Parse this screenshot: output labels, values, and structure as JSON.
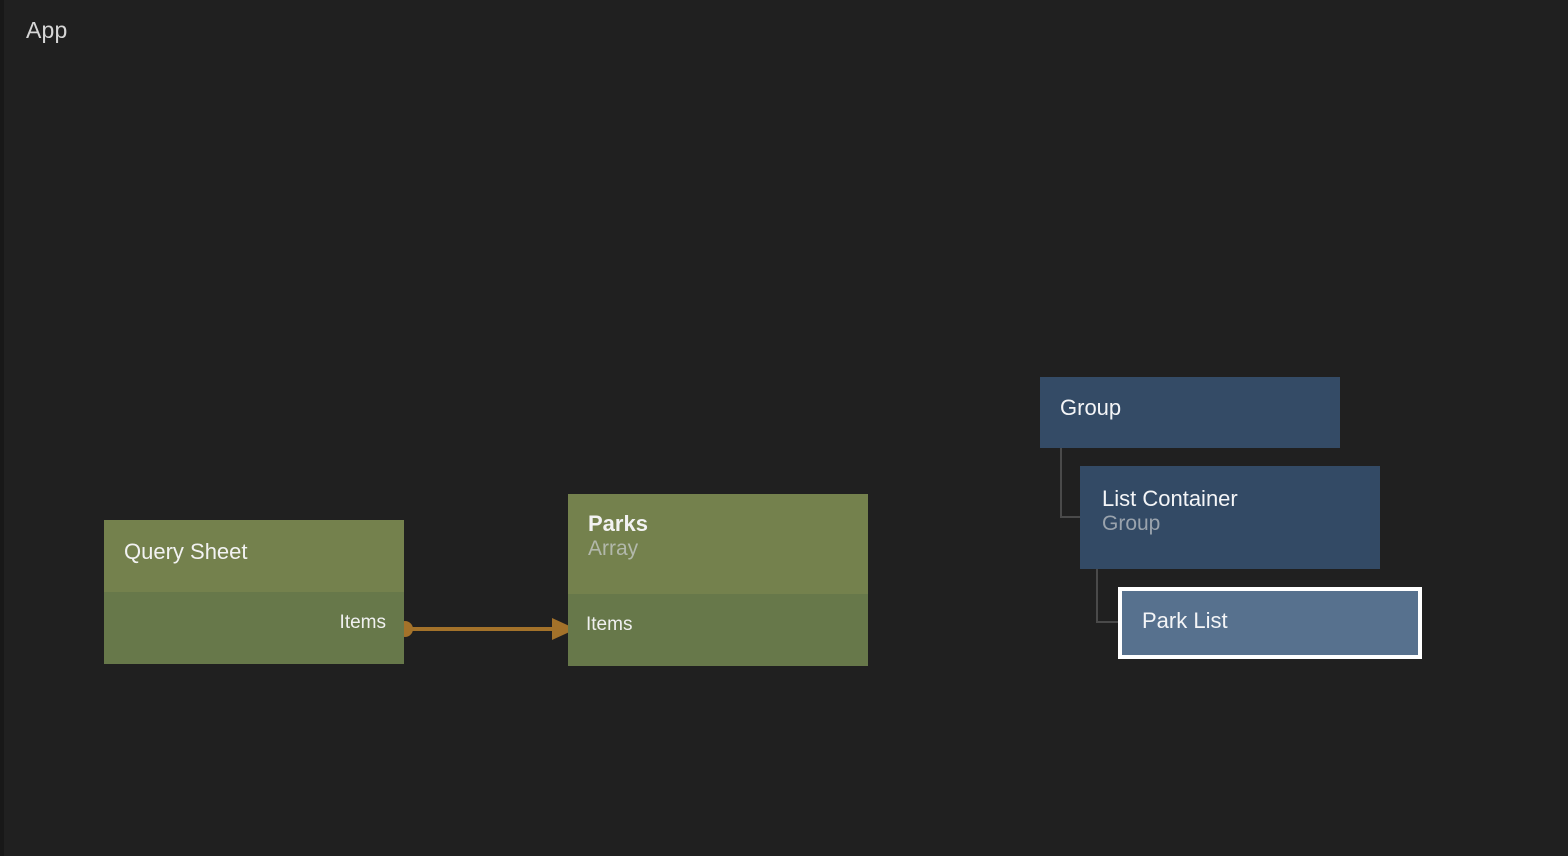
{
  "app": {
    "title": "App",
    "background_color": "#202020"
  },
  "colors": {
    "green_header": "#74814D",
    "green_body": "#67784A",
    "blue_group": "#344B66",
    "blue_container": "#334A65",
    "blue_selected": "#57718E",
    "selection_border": "#FFFFFF",
    "link": "#A3722A",
    "tree_line": "#4A4A4A",
    "title_text": "#F2F2F2",
    "subtitle_text": "#B2B8AB"
  },
  "nodes": {
    "query_sheet": {
      "title": "Query Sheet",
      "subtitle": "",
      "ports": {
        "items_out": "Items"
      },
      "selected": false,
      "kind": "green"
    },
    "parks": {
      "title": "Parks",
      "subtitle": "Array",
      "ports": {
        "items_in": "Items"
      },
      "selected": false,
      "kind": "green"
    },
    "group": {
      "title": "Group",
      "subtitle": "",
      "selected": false,
      "kind": "blue"
    },
    "list_container": {
      "title": "List Container",
      "subtitle": "Group",
      "selected": false,
      "kind": "blue"
    },
    "park_list": {
      "title": "Park List",
      "subtitle": "",
      "selected": true,
      "kind": "blue"
    }
  },
  "connections": [
    {
      "from_node": "query_sheet",
      "from_port": "Items",
      "to_node": "parks",
      "to_port": "Items",
      "color": "#A3722A",
      "style": "straight-arrow"
    }
  ],
  "tree_edges": [
    {
      "parent": "group",
      "child": "list_container"
    },
    {
      "parent": "list_container",
      "child": "park_list"
    }
  ]
}
